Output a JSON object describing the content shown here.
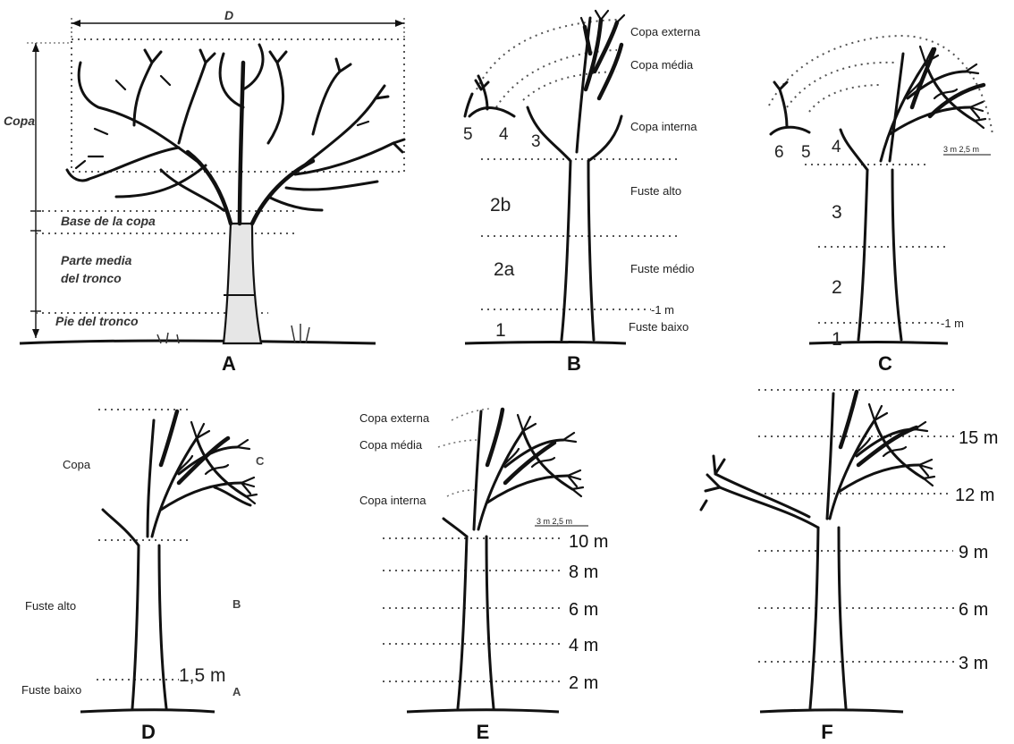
{
  "panel_a": {
    "caption": "A",
    "diameter_label": "D",
    "copa_label": "Copa",
    "base_label": "Base de la copa",
    "parte_media_line1": "Parte media",
    "parte_media_line2": "del tronco",
    "pie_label": "Pie del tronco"
  },
  "panel_b": {
    "caption": "B",
    "copa_externa": "Copa externa",
    "copa_media": "Copa média",
    "copa_interna": "Copa interna",
    "zone_5": "5",
    "zone_4": "4",
    "zone_3": "3",
    "zone_2b": "2b",
    "zone_2a": "2a",
    "zone_1": "1",
    "fuste_alto": "Fuste alto",
    "fuste_medio": "Fuste médio",
    "one_m": "-1 m",
    "fuste_baixo": "Fuste baixo"
  },
  "panel_c": {
    "caption": "C",
    "zone_6": "6",
    "zone_5": "5",
    "zone_4": "4",
    "zone_3": "3",
    "zone_2": "2",
    "zone_1": "1",
    "one_m": "-1 m",
    "scale": "3 m 2,5 m"
  },
  "panel_d": {
    "caption": "D",
    "copa": "Copa",
    "letter_c": "C",
    "fuste_alto": "Fuste alto",
    "letter_b": "B",
    "height": "1,5 m",
    "fuste_baixo": "Fuste baixo",
    "letter_a": "A"
  },
  "panel_e": {
    "caption": "E",
    "copa_externa": "Copa externa",
    "copa_media": "Copa média",
    "copa_interna": "Copa interna",
    "scale": "3 m 2,5 m",
    "heights": [
      "10 m",
      "8 m",
      "6 m",
      "4 m",
      "2 m"
    ]
  },
  "panel_f": {
    "caption": "F",
    "heights": [
      "15 m",
      "12 m",
      "9 m",
      "6 m",
      "3 m"
    ]
  }
}
